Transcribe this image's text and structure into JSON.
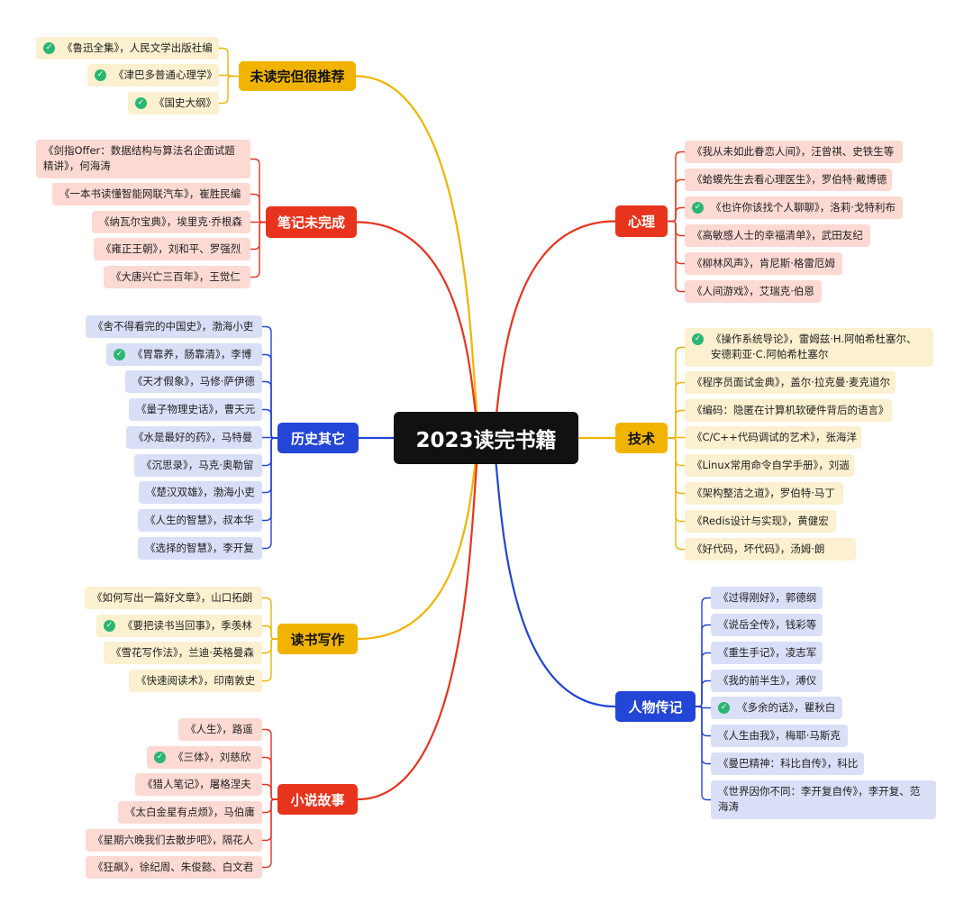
{
  "center": "2023读完书籍",
  "colors": {
    "yellow": "#f0b400",
    "yellow_light": "#fbf0cf",
    "red": "#e8341c",
    "red_light": "#fdd9d3",
    "blue": "#2346d6",
    "blue_light": "#dadff8",
    "check": "#2bb673",
    "center_bg": "#111111"
  },
  "branches": [
    {
      "id": "unfinished",
      "label": "未读完但很推荐",
      "color": "yellow",
      "side": "left",
      "leaves": [
        {
          "text": "《鲁迅全集》，人民文学出版社编",
          "checked": true
        },
        {
          "text": "《津巴多普通心理学》",
          "checked": true
        },
        {
          "text": "《国史大纲》",
          "checked": true
        }
      ]
    },
    {
      "id": "notes",
      "label": "笔记未完成",
      "color": "red",
      "side": "left",
      "leaves": [
        {
          "text": "《剑指Offer：数据结构与算法名企面试题精讲》，何海涛",
          "checked": false
        },
        {
          "text": "《一本书读懂智能网联汽车》，崔胜民编",
          "checked": false
        },
        {
          "text": "《纳瓦尔宝典》，埃里克·乔根森",
          "checked": false
        },
        {
          "text": "《雍正王朝》，刘和平、罗强烈",
          "checked": false
        },
        {
          "text": "《大唐兴亡三百年》，王觉仁",
          "checked": false
        }
      ]
    },
    {
      "id": "history",
      "label": "历史其它",
      "color": "blue",
      "side": "left",
      "leaves": [
        {
          "text": "《舍不得看完的中国史》，渤海小吏",
          "checked": false
        },
        {
          "text": "《胃靠养，肠靠清》，李博",
          "checked": true
        },
        {
          "text": "《天才假象》，马修·萨伊德",
          "checked": false
        },
        {
          "text": "《量子物理史话》，曹天元",
          "checked": false
        },
        {
          "text": "《水是最好的药》，马特曼",
          "checked": false
        },
        {
          "text": "《沉思录》，马克·奥勒留",
          "checked": false
        },
        {
          "text": "《楚汉双雄》，渤海小吏",
          "checked": false
        },
        {
          "text": "《人生的智慧》，叔本华",
          "checked": false
        },
        {
          "text": "《选择的智慧》，李开复",
          "checked": false
        }
      ]
    },
    {
      "id": "reading",
      "label": "读书写作",
      "color": "yellow",
      "side": "left",
      "leaves": [
        {
          "text": "《如何写出一篇好文章》，山口拓朗",
          "checked": false
        },
        {
          "text": "《要把读书当回事》，季羡林",
          "checked": true
        },
        {
          "text": "《雪花写作法》，兰迪·英格曼森",
          "checked": false
        },
        {
          "text": "《快速阅读术》，印南敦史",
          "checked": false
        }
      ]
    },
    {
      "id": "novel",
      "label": "小说故事",
      "color": "red",
      "side": "left",
      "leaves": [
        {
          "text": "《人生》，路遥",
          "checked": false
        },
        {
          "text": "《三体》，刘慈欣",
          "checked": true
        },
        {
          "text": "《猎人笔记》，屠格涅夫",
          "checked": false
        },
        {
          "text": "《太白金星有点烦》，马伯庸",
          "checked": false
        },
        {
          "text": "《星期六晚我们去散步吧》，隔花人",
          "checked": false
        },
        {
          "text": "《狂飙》，徐纪周、朱俊懿、白文君",
          "checked": false
        }
      ]
    },
    {
      "id": "psych",
      "label": "心理",
      "color": "red",
      "side": "right",
      "leaves": [
        {
          "text": "《我从未如此眷恋人间》，汪曾祺、史铁生等",
          "checked": false
        },
        {
          "text": "《蛤蟆先生去看心理医生》，罗伯特·戴博德",
          "checked": false
        },
        {
          "text": "《也许你该找个人聊聊》，洛莉·戈特利布",
          "checked": true
        },
        {
          "text": "《高敏感人士的幸福清单》，武田友纪",
          "checked": false
        },
        {
          "text": "《柳林风声》，肯尼斯·格雷厄姆",
          "checked": false
        },
        {
          "text": "《人间游戏》，艾瑞克·伯恩",
          "checked": false
        }
      ]
    },
    {
      "id": "tech",
      "label": "技术",
      "color": "yellow",
      "side": "right",
      "leaves": [
        {
          "text": "《操作系统导论》，雷姆兹·H.阿帕希杜塞尔、安德莉亚·C.阿帕希杜塞尔",
          "checked": true
        },
        {
          "text": "《程序员面试金典》，盖尔·拉克曼·麦克道尔",
          "checked": false
        },
        {
          "text": "《编码：隐匿在计算机软硬件背后的语言》",
          "checked": false
        },
        {
          "text": "《C/C++代码调试的艺术》，张海洋",
          "checked": false
        },
        {
          "text": "《Linux常用命令自学手册》，刘遄",
          "checked": false
        },
        {
          "text": "《架构整洁之道》，罗伯特·马丁",
          "checked": false
        },
        {
          "text": "《Redis设计与实现》，黄健宏",
          "checked": false
        },
        {
          "text": "《好代码，坏代码》，汤姆·朗",
          "checked": false
        }
      ]
    },
    {
      "id": "bio",
      "label": "人物传记",
      "color": "blue",
      "side": "right",
      "leaves": [
        {
          "text": "《过得刚好》，郭德纲",
          "checked": false
        },
        {
          "text": "《说岳全传》，钱彩等",
          "checked": false
        },
        {
          "text": "《重生手记》，凌志军",
          "checked": false
        },
        {
          "text": "《我的前半生》，溥仪",
          "checked": false
        },
        {
          "text": "《多余的话》，瞿秋白",
          "checked": true
        },
        {
          "text": "《人生由我》，梅耶·马斯克",
          "checked": false
        },
        {
          "text": "《曼巴精神：科比自传》，科比",
          "checked": false
        },
        {
          "text": "《世界因你不同：李开复自传》，李开复、范海涛",
          "checked": false
        }
      ]
    }
  ]
}
